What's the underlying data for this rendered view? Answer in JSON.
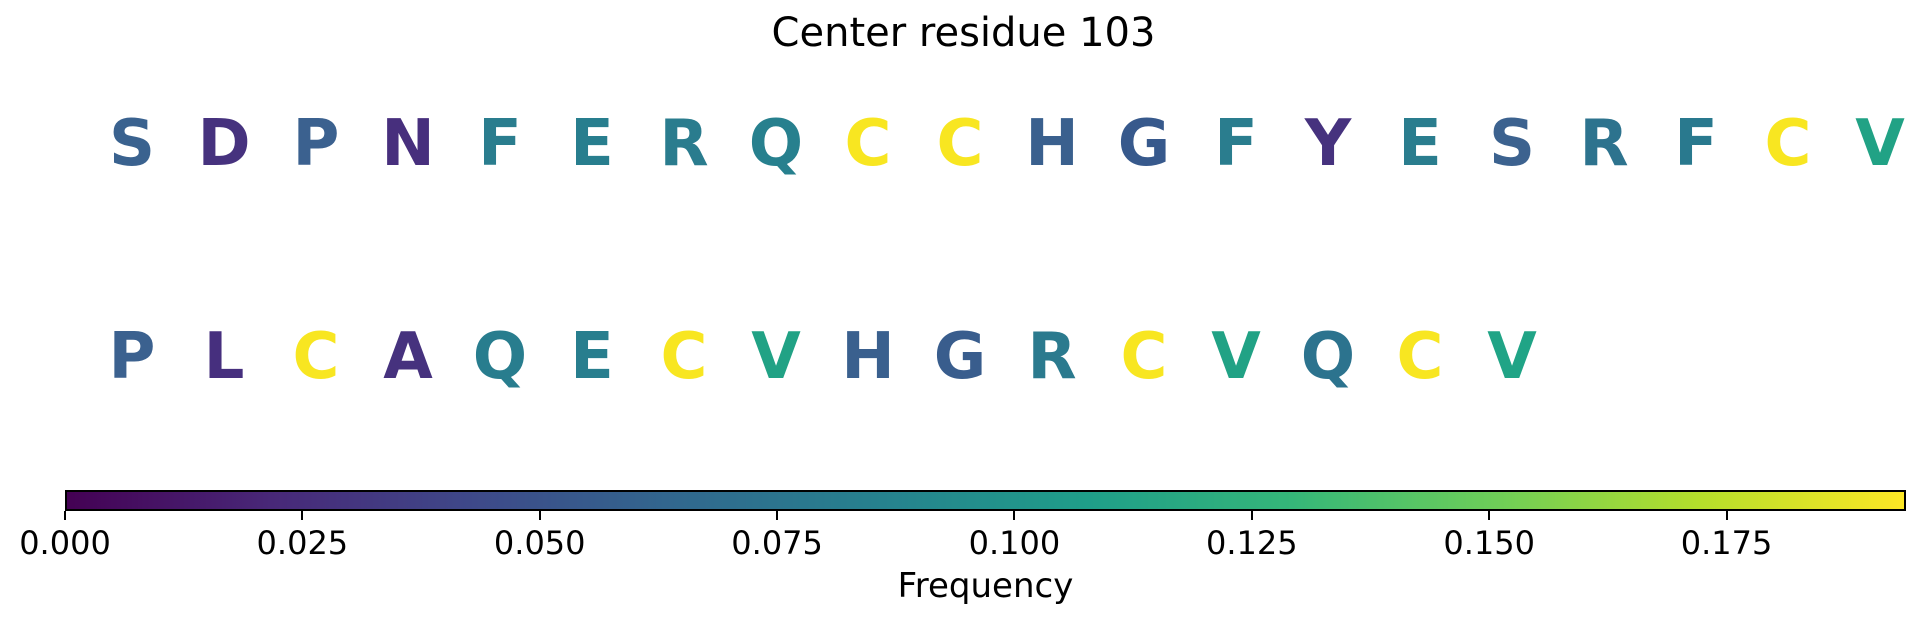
{
  "title": "Center residue 103",
  "chart_data": {
    "type": "heatmap",
    "title": "Center residue 103",
    "colormap": "viridis",
    "description": "Two rows of amino-acid residue letters color-coded by frequency on a viridis scale",
    "colorbar": {
      "label": "Frequency",
      "vmin": 0.0,
      "vmax": 0.1939,
      "ticks": [
        "0.000",
        "0.025",
        "0.050",
        "0.075",
        "0.100",
        "0.125",
        "0.150",
        "0.175"
      ],
      "tick_values": [
        0.0,
        0.025,
        0.05,
        0.075,
        0.1,
        0.125,
        0.15,
        0.175
      ],
      "gradient_stops": [
        "#440154",
        "#482878",
        "#3e4989",
        "#31688e",
        "#26828e",
        "#1f9e89",
        "#35b779",
        "#6ece58",
        "#b5de2b",
        "#fde725"
      ]
    },
    "rows": [
      {
        "name": "row-1",
        "sequence": "SDPNFERQCCHGFYESRFCV",
        "letters": [
          {
            "char": "S",
            "color": "#3a628f",
            "freq": 0.055
          },
          {
            "char": "D",
            "color": "#46327e",
            "freq": 0.019
          },
          {
            "char": "P",
            "color": "#3b618f",
            "freq": 0.054
          },
          {
            "char": "N",
            "color": "#472f7d",
            "freq": 0.018
          },
          {
            "char": "F",
            "color": "#2a7d8e",
            "freq": 0.079
          },
          {
            "char": "E",
            "color": "#287e8e",
            "freq": 0.08
          },
          {
            "char": "R",
            "color": "#2a7c8e",
            "freq": 0.078
          },
          {
            "char": "Q",
            "color": "#27808e",
            "freq": 0.081
          },
          {
            "char": "C",
            "color": "#f8e621",
            "freq": 0.192
          },
          {
            "char": "C",
            "color": "#f8e621",
            "freq": 0.192
          },
          {
            "char": "H",
            "color": "#3a608e",
            "freq": 0.053
          },
          {
            "char": "G",
            "color": "#37598c",
            "freq": 0.049
          },
          {
            "char": "F",
            "color": "#2a7d8e",
            "freq": 0.079
          },
          {
            "char": "Y",
            "color": "#46327e",
            "freq": 0.019
          },
          {
            "char": "E",
            "color": "#2a7d8e",
            "freq": 0.079
          },
          {
            "char": "S",
            "color": "#3c628f",
            "freq": 0.055
          },
          {
            "char": "R",
            "color": "#2d738e",
            "freq": 0.074
          },
          {
            "char": "F",
            "color": "#29798e",
            "freq": 0.077
          },
          {
            "char": "C",
            "color": "#f8e621",
            "freq": 0.192
          },
          {
            "char": "V",
            "color": "#21a285",
            "freq": 0.102
          }
        ]
      },
      {
        "name": "row-2",
        "sequence": "PLCAQECVHGRCVQCV",
        "letters": [
          {
            "char": "P",
            "color": "#3b618f",
            "freq": 0.054
          },
          {
            "char": "L",
            "color": "#462f7e",
            "freq": 0.018
          },
          {
            "char": "C",
            "color": "#f8e621",
            "freq": 0.192
          },
          {
            "char": "A",
            "color": "#46327e",
            "freq": 0.019
          },
          {
            "char": "Q",
            "color": "#287d8e",
            "freq": 0.08
          },
          {
            "char": "E",
            "color": "#287e8e",
            "freq": 0.08
          },
          {
            "char": "C",
            "color": "#f8e621",
            "freq": 0.192
          },
          {
            "char": "V",
            "color": "#21a285",
            "freq": 0.102
          },
          {
            "char": "H",
            "color": "#3a608e",
            "freq": 0.053
          },
          {
            "char": "G",
            "color": "#395d8d",
            "freq": 0.051
          },
          {
            "char": "R",
            "color": "#2b7a8e",
            "freq": 0.077
          },
          {
            "char": "C",
            "color": "#f8e621",
            "freq": 0.192
          },
          {
            "char": "V",
            "color": "#21a285",
            "freq": 0.102
          },
          {
            "char": "Q",
            "color": "#2c738e",
            "freq": 0.074
          },
          {
            "char": "C",
            "color": "#f8e621",
            "freq": 0.192
          },
          {
            "char": "V",
            "color": "#20a486",
            "freq": 0.104
          }
        ]
      }
    ]
  }
}
